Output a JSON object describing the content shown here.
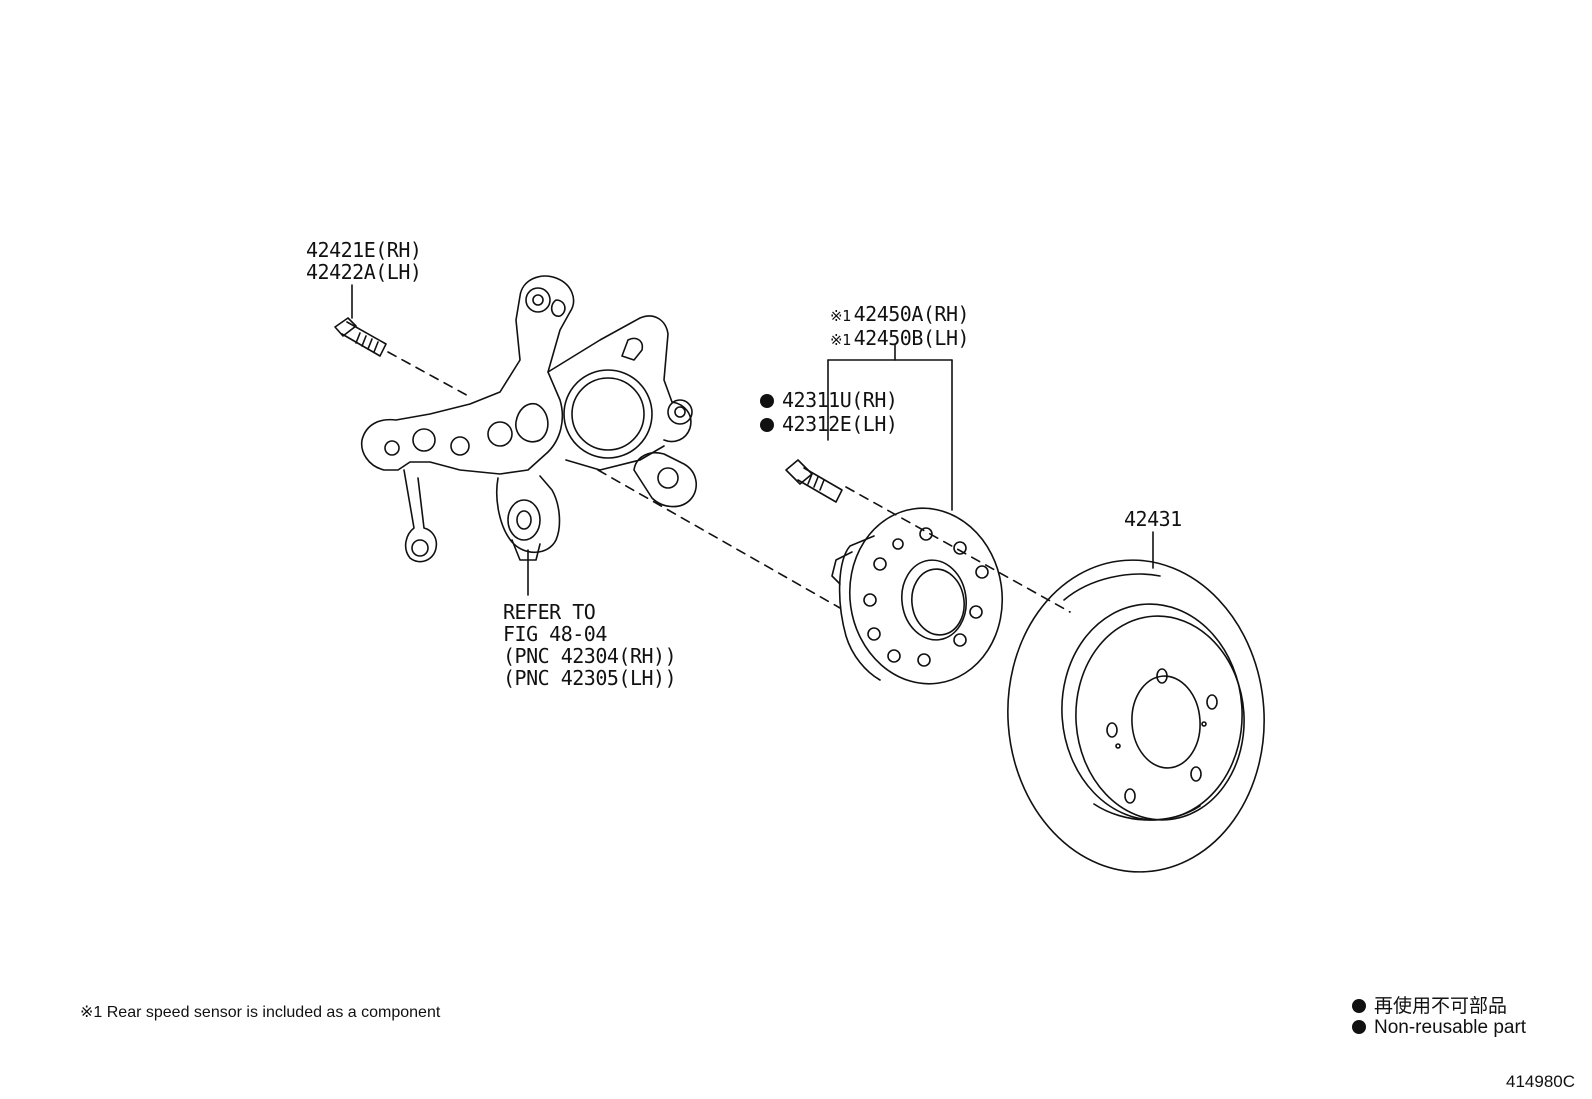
{
  "callouts": {
    "bolt_rh": "42421E(RH)",
    "bolt_lh": "42422A(LH)",
    "hub_note_mark": "※1",
    "hub_rh": "42450A(RH)",
    "hub_lh": "42450B(LH)",
    "stud_rh": "42311U(RH)",
    "stud_lh": "42312E(LH)",
    "disc": "42431",
    "refer_line1": "REFER TO",
    "refer_line2": "FIG 48-04",
    "refer_line3": "(PNC 42304(RH))",
    "refer_line4": "(PNC 42305(LH))"
  },
  "footnote": "※1 Rear speed sensor is included as a component",
  "legend": {
    "japanese": "再使用不可部品",
    "english": "Non-reusable part"
  },
  "figure_id": "414980C"
}
